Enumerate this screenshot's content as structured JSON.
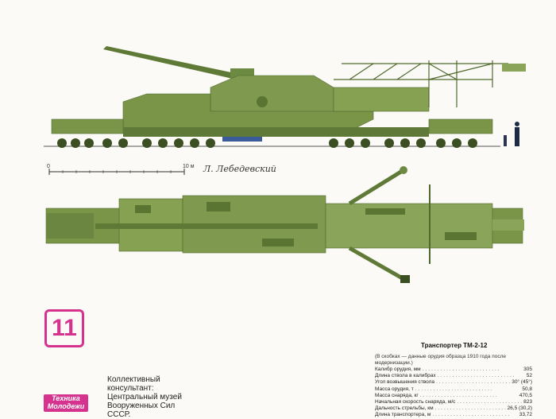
{
  "page_number": "11",
  "scale": {
    "zero": "0",
    "end": "10 м"
  },
  "signature": "Л. Лебедевский",
  "consultant": {
    "line1": "Коллективный",
    "line2": "консультант:",
    "line3": "Центральный музей",
    "line4": "Вооруженных Сил",
    "line5": "СССР."
  },
  "logo": {
    "line1": "Техника",
    "line2": "Молодежи"
  },
  "specs": {
    "title": "Транспортер ТМ-2-12",
    "note": "(В скобках — данные орудия образца 1910 года после модернизации.)",
    "rows": [
      {
        "label": "Калибр орудия, мм",
        "value": "305"
      },
      {
        "label": "Длина ствола в калибрах",
        "value": "52"
      },
      {
        "label": "Угол возвышения ствола",
        "value": "30° (45°)"
      },
      {
        "label": "Масса орудия, т",
        "value": "50,8"
      },
      {
        "label": "Масса снаряда, кг",
        "value": "470,5"
      },
      {
        "label": "Начальная скорость снаряда, м/с",
        "value": "823"
      },
      {
        "label": "Дальность стрельбы, км",
        "value": "26,5 (30,2)"
      },
      {
        "label": "Длина транспортера, м",
        "value": "33,72"
      }
    ]
  },
  "colors": {
    "armor": "#7f9a4e",
    "armor_dark": "#4f6a2e",
    "accent": "#d6338f"
  }
}
